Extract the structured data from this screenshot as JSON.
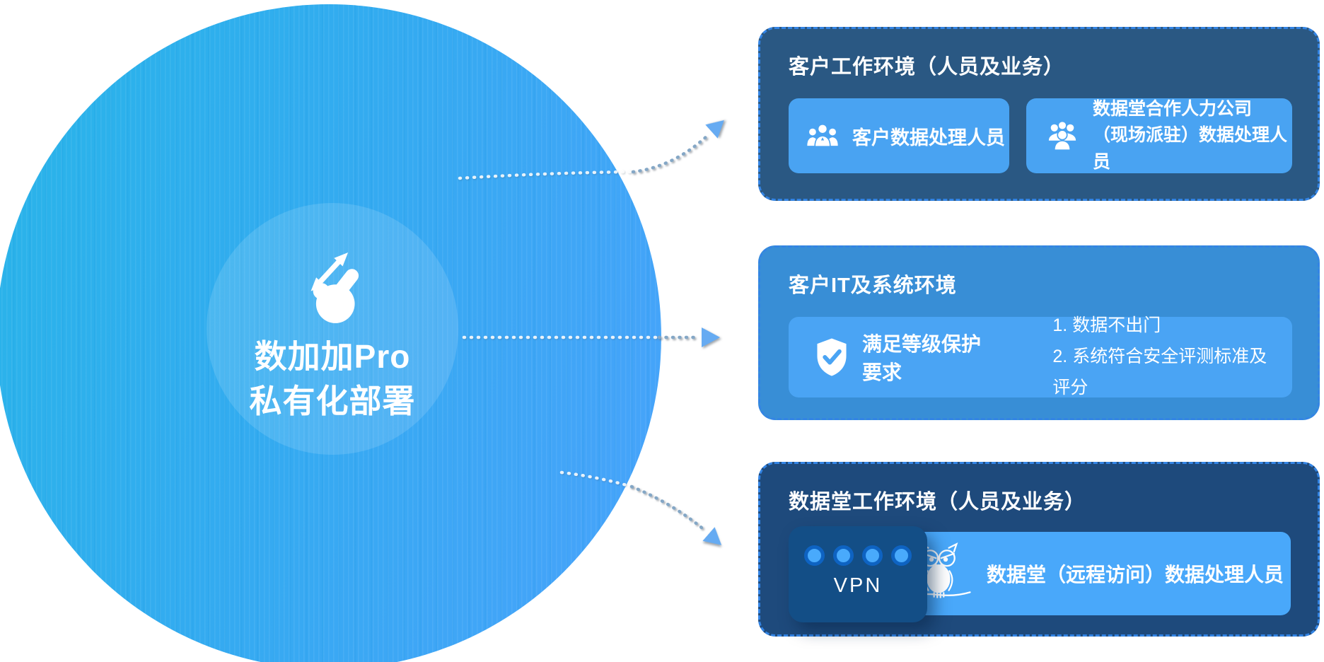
{
  "hub": {
    "icon": "hand-gesture-icon",
    "title_line1": "数加加Pro",
    "title_line2": "私有化部署"
  },
  "panels": [
    {
      "id": "customer-work-env",
      "title": "客户工作环境（人员及业务）",
      "cards": [
        {
          "icon": "people-group-icon",
          "lines": [
            "客户数据处理人员"
          ]
        },
        {
          "icon": "users-cluster-icon",
          "lines": [
            "数据堂合作人力公司",
            "（现场派驻）数据处理人员"
          ]
        }
      ]
    },
    {
      "id": "customer-it-env",
      "title": "客户IT及系统环境",
      "cards": [
        {
          "icon": "shield-check-icon",
          "label": "满足等级保护要求",
          "list": [
            "1. 数据不出门",
            "2. 系统符合安全评测标准及评分"
          ]
        }
      ]
    },
    {
      "id": "datatang-work-env",
      "title": "数据堂工作环境（人员及业务）",
      "vpn": {
        "label": "VPN",
        "dots": 4
      },
      "cards": [
        {
          "icon": "owl-icon",
          "lines": [
            "数据堂（远程访问）数据处理人员"
          ]
        }
      ]
    }
  ],
  "colors": {
    "hub_gradient_start": "#29b4e9",
    "hub_gradient_end": "#46a3fa",
    "panel1_bg": "#2a5883",
    "panel2_bg": "#388ed6",
    "panel3_bg": "#1e4a7c",
    "card_bg": "#49a3f2",
    "dashed_border": "#3384e4",
    "arrowhead": "#66abf2",
    "vpn_box_bg": "#134e86",
    "vpn_dot_fill": "#49aafc",
    "vpn_dot_ring": "#0e63c2",
    "text": "#ffffff"
  }
}
